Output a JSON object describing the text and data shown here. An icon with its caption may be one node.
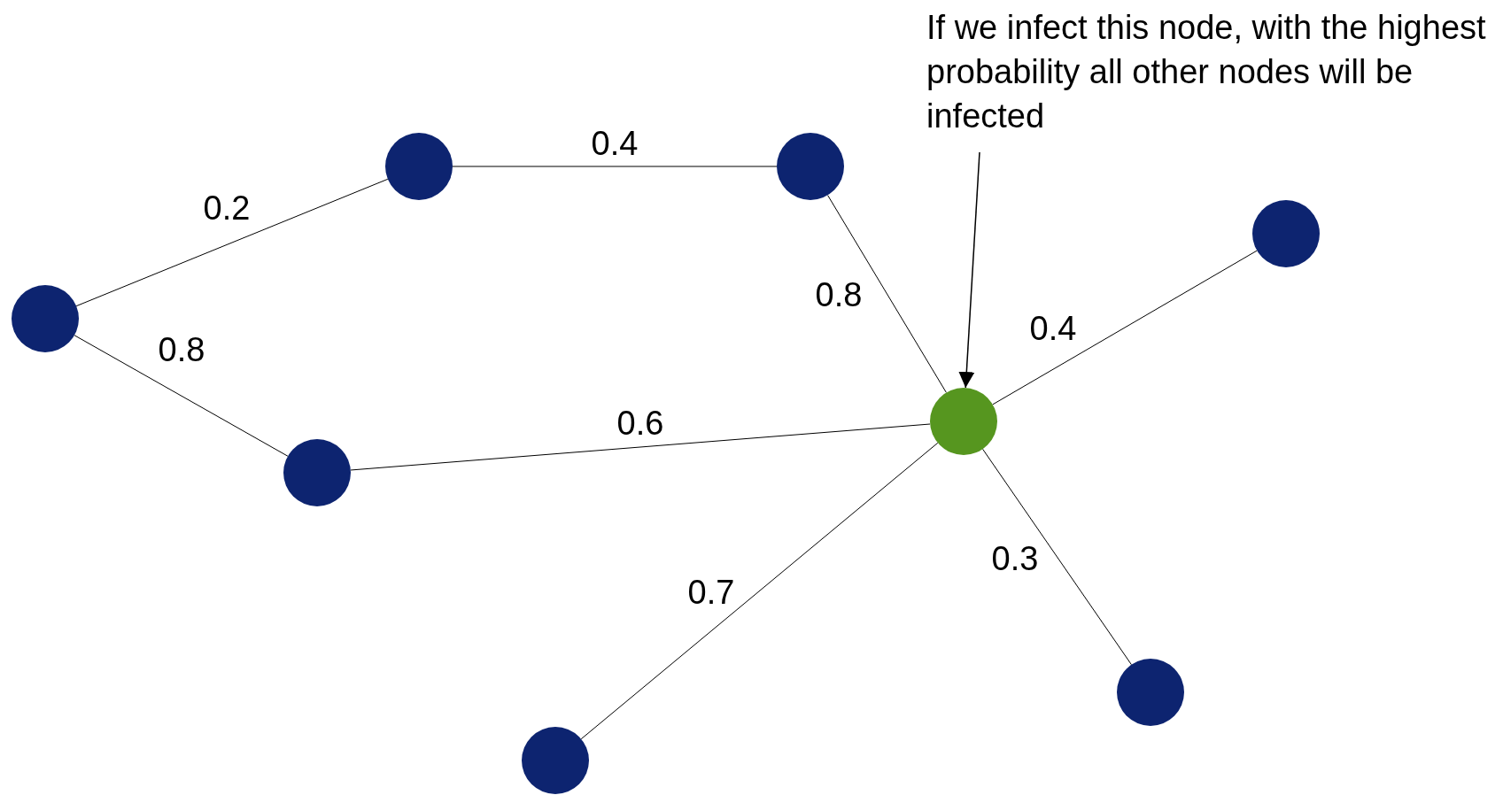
{
  "diagram": {
    "nodes": [
      {
        "text": [],
        "shape": "circle"
      },
      {
        "text": [],
        "shape": "circle"
      },
      {
        "text": [],
        "shape": "circle"
      },
      {
        "text": [],
        "shape": "circle"
      },
      {
        "text": [],
        "shape": "circle"
      },
      {
        "text": [],
        "shape": "circle"
      },
      {
        "text": [],
        "shape": "circle"
      },
      {
        "text": [],
        "shape": "circle"
      },
      {
        "text": [
          "If we infect this node, with the highest probability all other nodes will be infected"
        ]
      }
    ],
    "edges": [
      {
        "from": 0,
        "to": 1,
        "arrow": "none",
        "label": "0.2"
      },
      {
        "from": 1,
        "to": 2,
        "arrow": "none",
        "label": "0.4"
      },
      {
        "from": 0,
        "to": 3,
        "arrow": "none",
        "label": "0.8"
      },
      {
        "from": 2,
        "to": 4,
        "arrow": "none",
        "label": "0.8"
      },
      {
        "from": 3,
        "to": 4,
        "arrow": "none",
        "label": "0.6"
      },
      {
        "from": 4,
        "to": 5,
        "arrow": "none",
        "label": "0.4"
      },
      {
        "from": 4,
        "to": 6,
        "arrow": "none",
        "label": "0.3"
      },
      {
        "from": 4,
        "to": 7,
        "arrow": "none",
        "label": "0.7"
      },
      {
        "from": 8,
        "to": 4,
        "arrow": "to"
      }
    ]
  }
}
